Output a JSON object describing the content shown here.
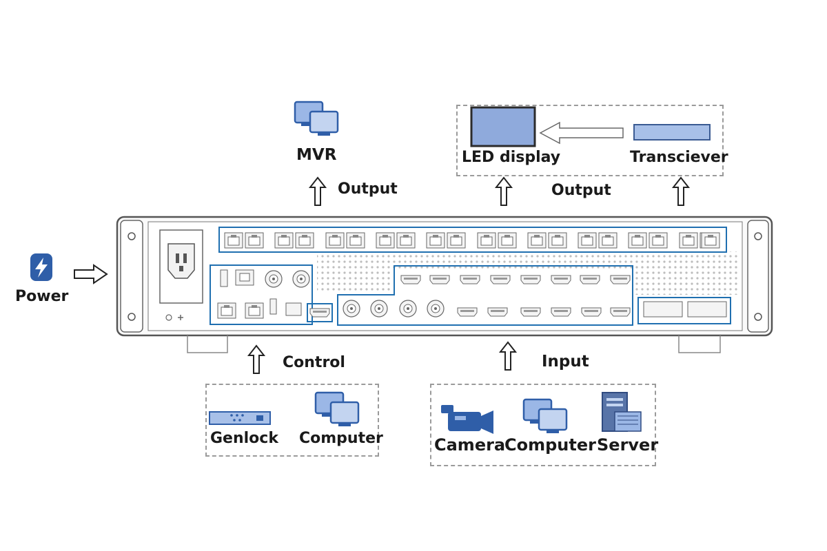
{
  "labels": {
    "power": "Power",
    "mvr": "MVR",
    "output_left": "Output",
    "output_right": "Output",
    "led_display": "LED display",
    "transceiver": "Transciever",
    "control": "Control",
    "input": "Input",
    "genlock": "Genlock",
    "computer_control": "Computer",
    "camera": "Camera",
    "computer_input": "Computer",
    "server": "Server"
  },
  "icons": {
    "power": "lightning-icon",
    "mvr": "monitor-pair-icon",
    "led_display": "led-panel-icon",
    "transceiver": "transceiver-strip-icon",
    "genlock": "genlock-device-icon",
    "computer": "monitor-pair-icon",
    "camera": "video-camera-icon",
    "server": "server-tower-icon"
  },
  "colors": {
    "accent_blue": "#2f5ea8",
    "icon_light_blue": "#9bb7e6",
    "device_outline": "#555555",
    "port_group_outline": "#1f6fb0",
    "dashed_box": "#9a9a9a",
    "label_text": "#1a1a1a"
  }
}
